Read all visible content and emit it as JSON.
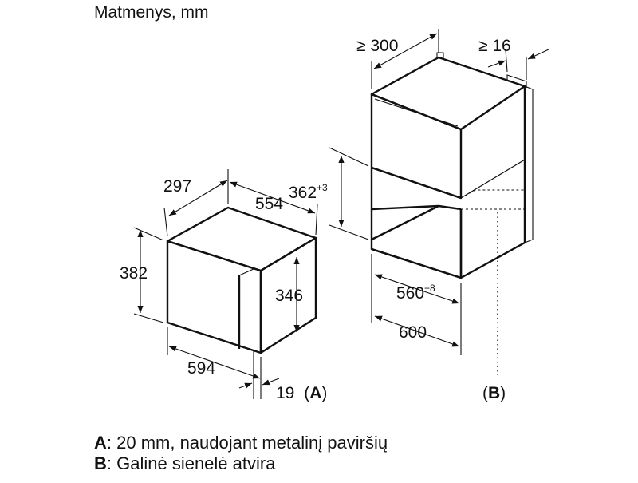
{
  "title": "Matmenys, mm",
  "microwave": {
    "depth": "297",
    "width_top": "554",
    "height": "382",
    "inner_height": "346",
    "width_front": "594",
    "panel": "19",
    "panel_ref_open": "(",
    "panel_ref_letter": "A",
    "panel_ref_close": ")"
  },
  "niche": {
    "depth_min": "≥ 300",
    "gap_min": "≥ 16",
    "opening_height": "362",
    "opening_height_tol": "+3",
    "opening_width": "560",
    "opening_width_tol": "+8",
    "cabinet_width": "600",
    "back_ref_open": "(",
    "back_ref_letter": "B",
    "back_ref_close": ")"
  },
  "legend": [
    {
      "key": "A",
      "text": ": 20 mm, naudojant metalinį paviršių"
    },
    {
      "key": "B",
      "text": ": Galinė sienelė atvira"
    }
  ]
}
